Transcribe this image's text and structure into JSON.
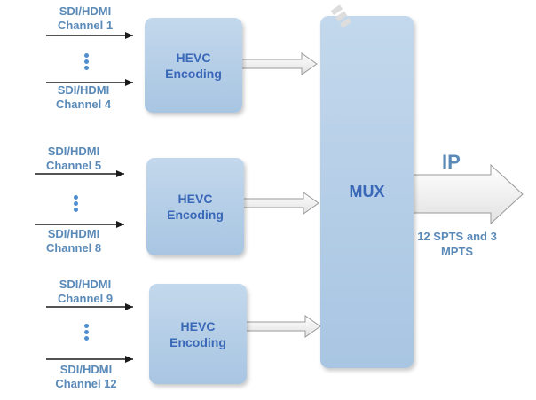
{
  "inputs": [
    {
      "top": "SDI/HDMI",
      "bottom": "Channel 1"
    },
    {
      "top": "SDI/HDMI",
      "bottom": "Channel 4"
    },
    {
      "top": "SDI/HDMI",
      "bottom": "Channel 5"
    },
    {
      "top": "SDI/HDMI",
      "bottom": "Channel 8"
    },
    {
      "top": "SDI/HDMI",
      "bottom": "Channel 9"
    },
    {
      "top": "SDI/HDMI",
      "bottom": "Channel 12"
    }
  ],
  "encoders": [
    {
      "label": "HEVC Encoding"
    },
    {
      "label": "HEVC Encoding"
    },
    {
      "label": "HEVC Encoding"
    }
  ],
  "mux": {
    "label": "MUX"
  },
  "output": {
    "label": "IP",
    "note": "12 SPTS and 3 MPTS"
  },
  "colors": {
    "text": "#5a8ab8",
    "box_text": "#3a68b8",
    "box_fill": "#b7d0e8",
    "dot": "#4f8fd0"
  }
}
